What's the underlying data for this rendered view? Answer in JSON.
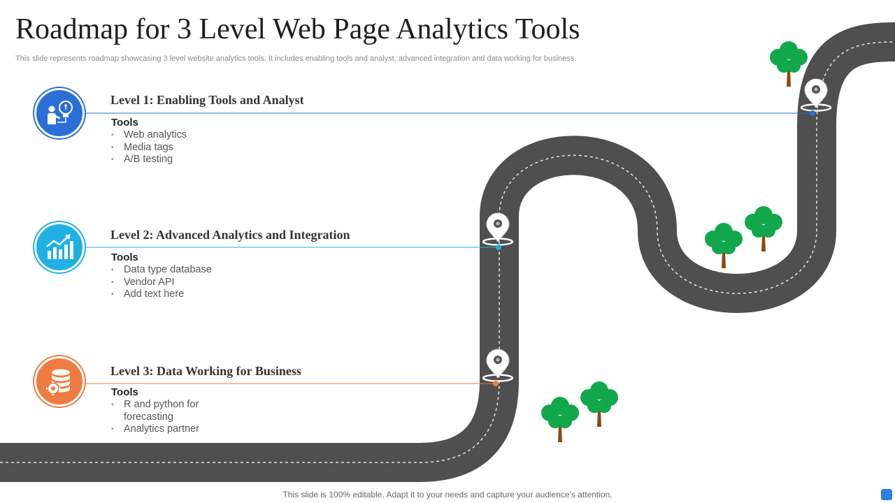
{
  "title": "Roadmap for 3 Level Web Page Analytics Tools",
  "subtitle": "This slide represents roadmap showcasing 3 level website analytics tools. It includes enabling tools and analyst, advanced integration and data working for business.",
  "levels": [
    {
      "title": "Level 1: Enabling Tools and Analyst",
      "tools_label": "Tools",
      "items": [
        "Web analytics",
        "Media tags",
        "A/B testing"
      ],
      "color": "#2a6fd6",
      "icon": "person-lightbulb-icon"
    },
    {
      "title": "Level 2: Advanced Analytics and Integration",
      "tools_label": "Tools",
      "items": [
        "Data type database",
        "Vendor API",
        "Add text here"
      ],
      "color": "#1fb0e3",
      "icon": "growth-chart-icon"
    },
    {
      "title": "Level 3: Data Working for Business",
      "tools_label": "Tools",
      "items": [
        "R and python for forecasting",
        "Analytics partner"
      ],
      "color": "#ee7b41",
      "icon": "database-gear-icon"
    }
  ],
  "footer": "This slide is 100% editable. Adapt it to your needs and capture your audience's attention.",
  "colors": {
    "road": "#4f4f4f",
    "road_dash": "#e6e6e6",
    "tree_foliage": "#10a84a",
    "tree_trunk": "#8a4a16",
    "accent": "#2f7fe8"
  }
}
